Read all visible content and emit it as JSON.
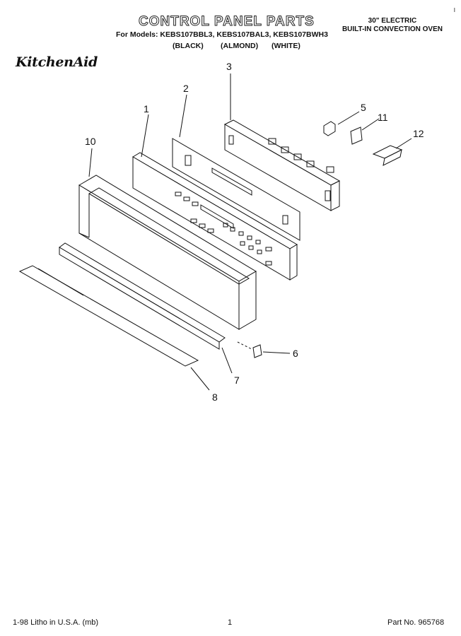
{
  "header": {
    "title": "CONTROL PANEL PARTS",
    "models_line": "For Models: KEBS107BBL3, KEBS107BAL3, KEBS107BWH3",
    "colors": [
      "(BLACK)",
      "(ALMOND)",
      "(WHITE)"
    ],
    "oven_line1": "30\" ELECTRIC",
    "oven_line2": "BUILT-IN CONVECTION OVEN",
    "brand": "KitchenAid",
    "corner_mark": "I"
  },
  "callouts": [
    "1",
    "2",
    "3",
    "5",
    "11",
    "12",
    "10",
    "6",
    "7",
    "8"
  ],
  "footer": {
    "left": "1-98 Litho in U.S.A. (mb)",
    "center": "1",
    "right": "Part No. 965768"
  }
}
